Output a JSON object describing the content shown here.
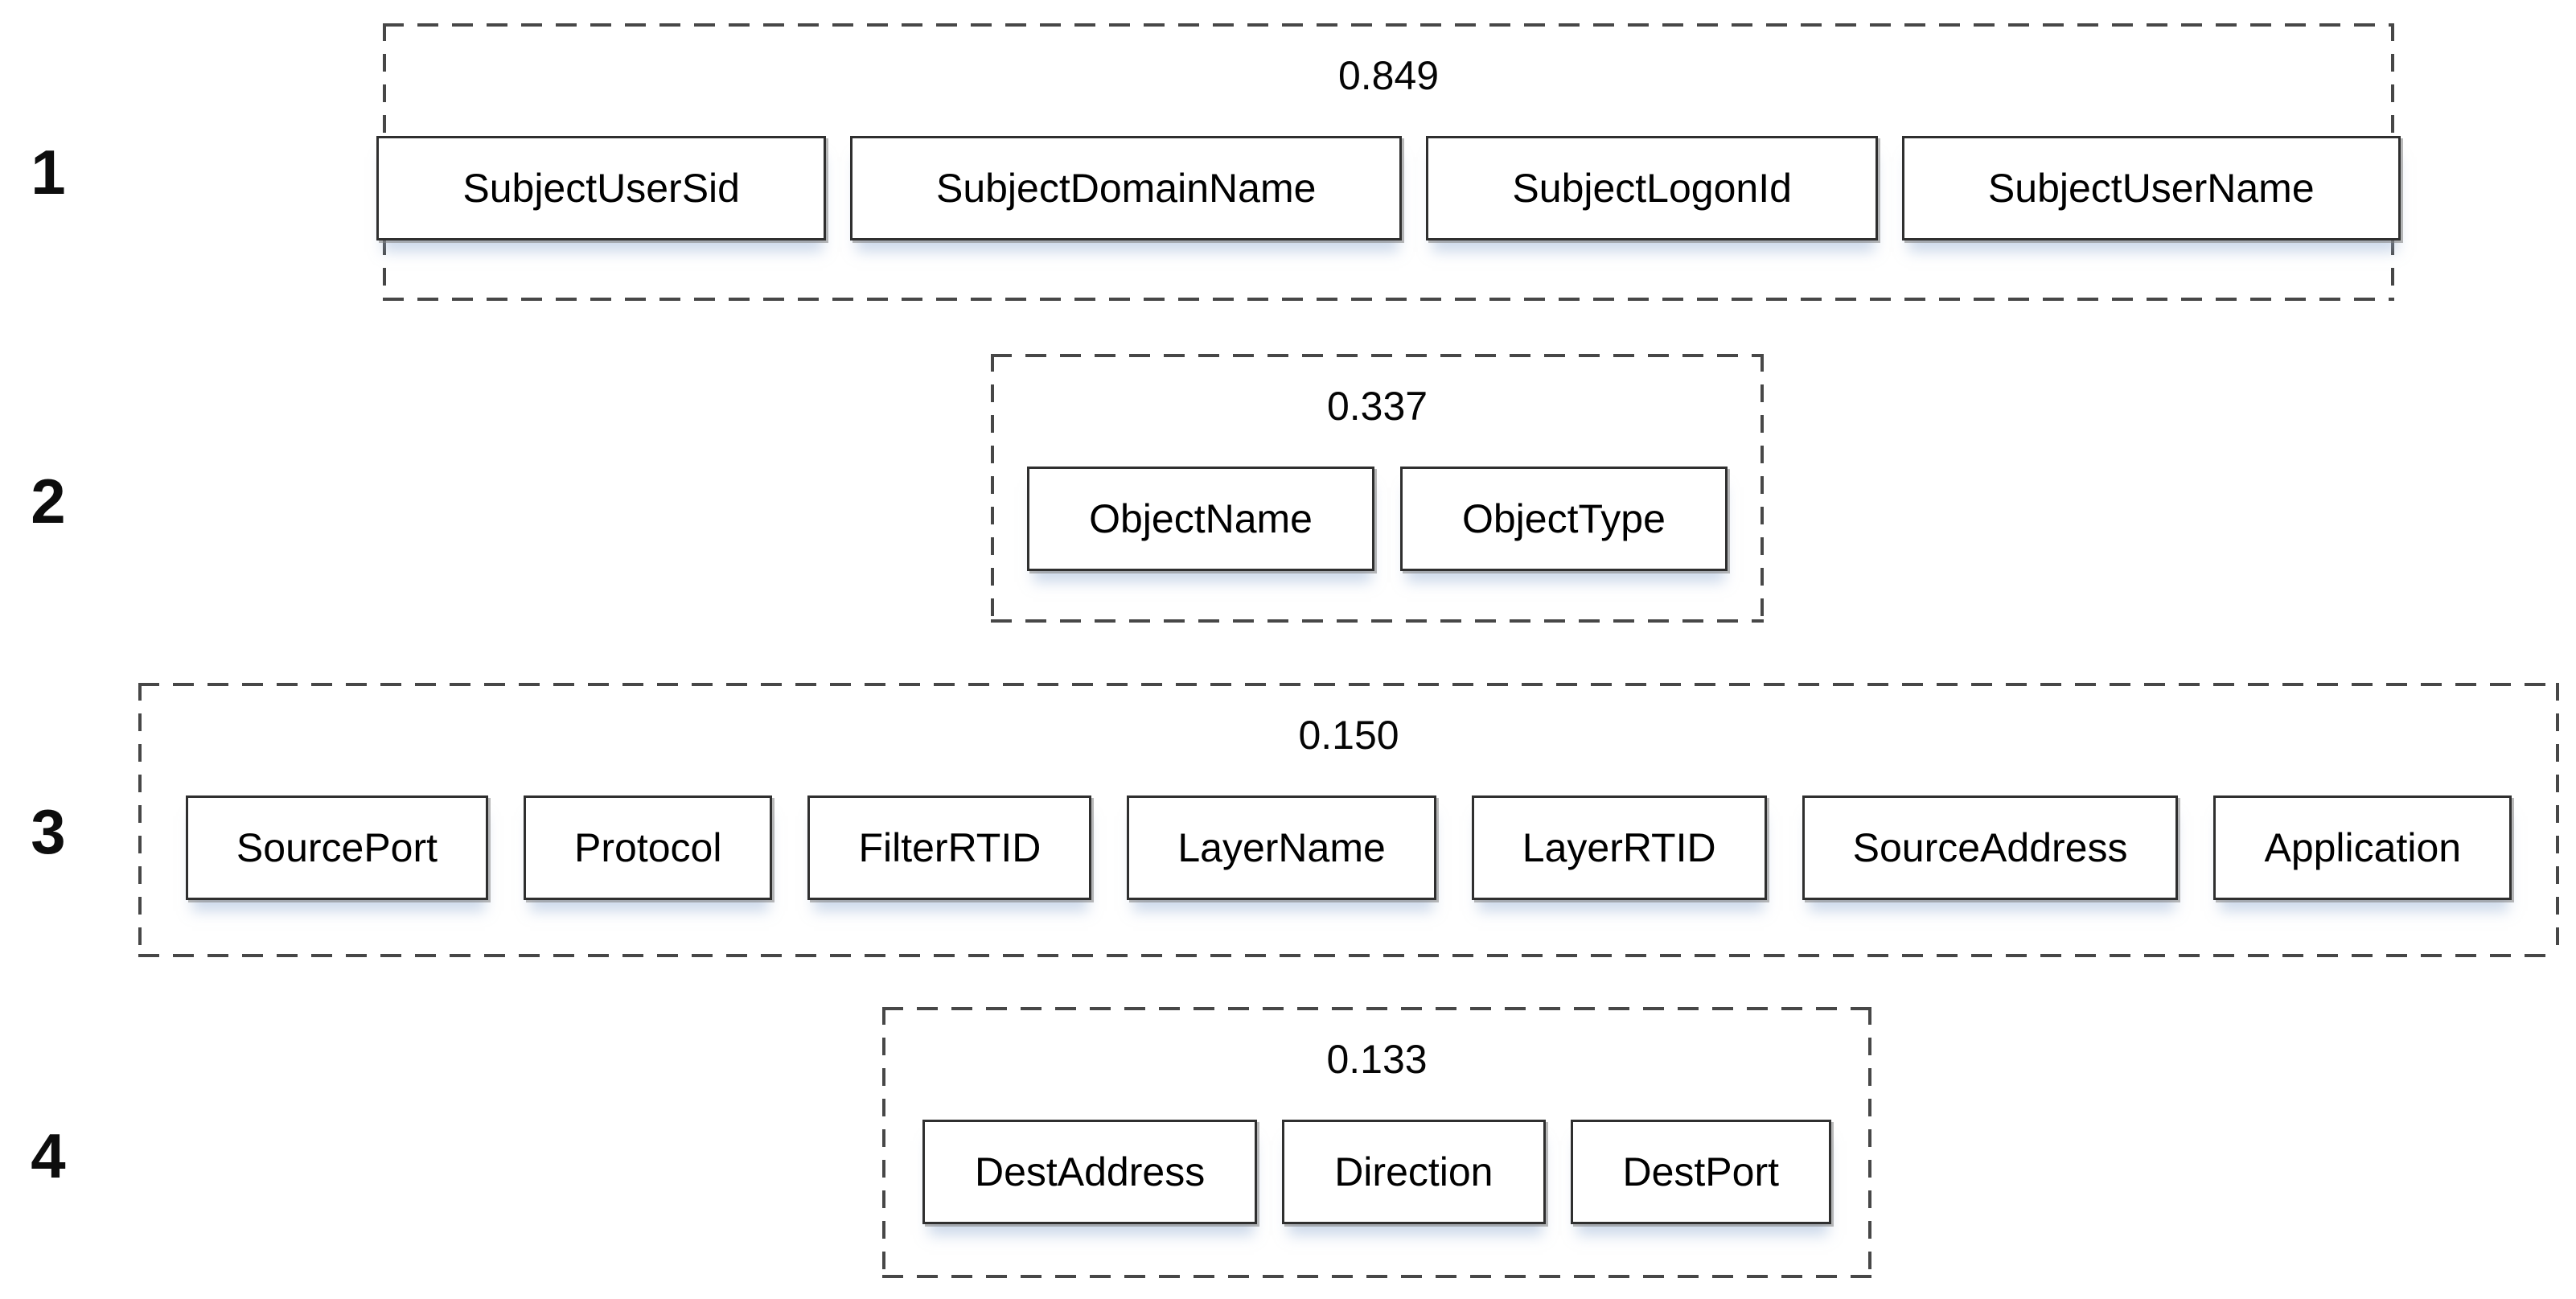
{
  "figure": {
    "background": "#ffffff",
    "rows": [
      {
        "label": "1",
        "score": "0.849",
        "items": [
          "SubjectUserSid",
          "SubjectDomainName",
          "SubjectLogonId",
          "SubjectUserName"
        ]
      },
      {
        "label": "2",
        "score": "0.337",
        "items": [
          "ObjectName",
          "ObjectType"
        ]
      },
      {
        "label": "3",
        "score": "0.150",
        "items": [
          "SourcePort",
          "Protocol",
          "FilterRTID",
          "LayerName",
          "LayerRTID",
          "SourceAddress",
          "Application"
        ]
      },
      {
        "label": "4",
        "score": "0.133",
        "items": [
          "DestAddress",
          "Direction",
          "DestPort"
        ]
      }
    ],
    "colors": {
      "box_border": "#2f2f2f",
      "dashed_border": "#474747",
      "text": "#000000",
      "box_shadow_tint": "#9eb6d7"
    }
  }
}
